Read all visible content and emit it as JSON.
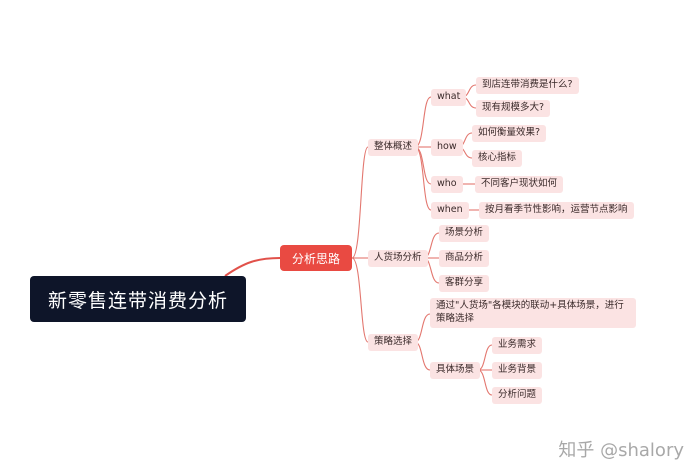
{
  "root": "新零售连带消费分析",
  "center": "分析思路",
  "branches": {
    "overview": {
      "label": "整体概述",
      "what": {
        "label": "what",
        "items": [
          "到店连带消费是什么?",
          "现有规模多大?"
        ]
      },
      "how": {
        "label": "how",
        "items": [
          "如何衡量效果?",
          "核心指标"
        ]
      },
      "who": {
        "label": "who",
        "item": "不同客户现状如何"
      },
      "when": {
        "label": "when",
        "item": "按月看季节性影响，运营节点影响"
      }
    },
    "rhf": {
      "label": "人货场分析",
      "items": [
        "场景分析",
        "商品分析",
        "客群分享"
      ]
    },
    "strategy": {
      "label": "策略选择",
      "linkage": "通过\"人货场\"各模块的联动+具体场景，进行策略选择",
      "scenario": {
        "label": "具体场景",
        "items": [
          "业务需求",
          "业务背景",
          "分析问题"
        ]
      }
    }
  },
  "watermark": "知乎 @shalory",
  "colors": {
    "root_bg": "#0e1529",
    "center_bg": "#e94a42",
    "node_bg": "#fbe3e3",
    "line": "#e3776f"
  }
}
